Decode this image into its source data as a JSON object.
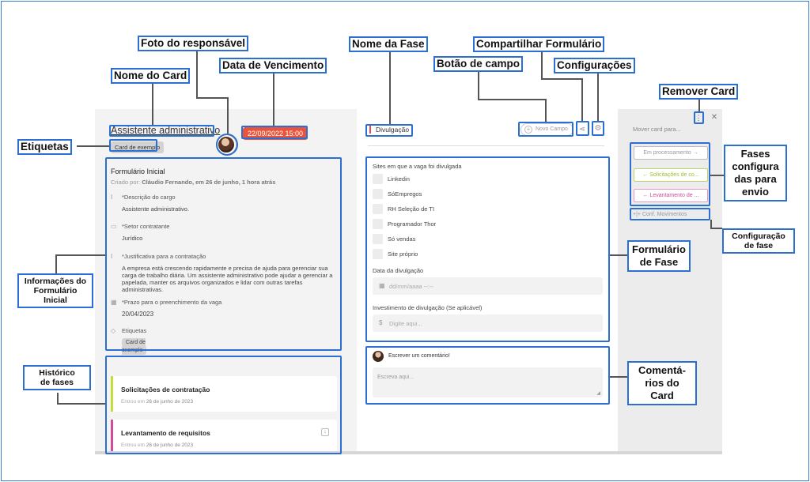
{
  "card": {
    "title": "Assistente administrativo",
    "tag": "Card de exemplo",
    "due_date": "22/09/2022 15:00"
  },
  "initial_form": {
    "title": "Formulário Inicial",
    "created_prefix": "Criado por:",
    "created_by": "Cláudio Fernando, em 26 de junho, 1 hora atrás",
    "fields": [
      {
        "label": "*Descrição do cargo",
        "value": "Assistente administrativo."
      },
      {
        "label": "*Setor contratante",
        "value": "Jurídico"
      },
      {
        "label": "*Justificativa para a contratação",
        "value": "A empresa está crescendo rapidamente e precisa de ajuda para gerenciar sua carga de trabalho diária. Um assistente administrativo pode ajudar a gerenciar a papelada, manter os arquivos organizados e lidar com outras tarefas administrativas."
      },
      {
        "label": "*Prazo para o preenchimento da vaga",
        "value": "20/04/2023"
      },
      {
        "label": "Etiquetas",
        "value": "Card de exemplo"
      }
    ]
  },
  "history": [
    {
      "title": "Solicitações de contratação",
      "entered": "Entrou em",
      "date": "26 de junho de 2023",
      "color": "#c5dc3a"
    },
    {
      "title": "Levantamento de requisitos",
      "entered": "Entrou em",
      "date": "26 de junho de 2023",
      "color": "#d14a9b"
    }
  ],
  "phase": {
    "name": "Divulgação",
    "new_field": "Novo Campo"
  },
  "phase_form": {
    "q1": "Sites em que a vaga foi divulgada",
    "options": [
      "Linkedin",
      "SóEmpregos",
      "RH Seleção de TI",
      "Programador Thor",
      "Só vendas",
      "Site próprio"
    ],
    "q2": "Data da divulgação",
    "date_placeholder": "dd/mm/aaaa  --:--",
    "q3": "Investimento de divulgação (Se aplicável)",
    "currency": "$",
    "money_placeholder": "Digite aqui..."
  },
  "comments": {
    "title": "Escrever um comentário!",
    "placeholder": "Escreva aqui..."
  },
  "sidebar": {
    "move_label": "Mover card para...",
    "phases": [
      {
        "label": "Em processamento  →",
        "color": "#999999"
      },
      {
        "label": "←  Solicitações de co...",
        "color": "#9bbf2c"
      },
      {
        "label": "←  Levantamento de ...",
        "color": "#d14a9b"
      }
    ],
    "conf_movements": "+|+ Conf. Movimentos"
  },
  "annotations": {
    "foto": "Foto do responsável",
    "data_venc": "Data de Vencimento",
    "nome_card": "Nome do Card",
    "nome_fase": "Nome da Fase",
    "compartilhar": "Compartilhar Formulário",
    "botao_campo": "Botão de campo",
    "configuracoes": "Configurações",
    "remover": "Remover Card",
    "etiquetas": "Etiquetas",
    "fases_envio": [
      "Fases",
      "configura",
      "das para",
      "envio"
    ],
    "config_fase": [
      "Configuração",
      "de fase"
    ],
    "info_form": [
      "Informações do",
      "Formulário",
      "Inicial"
    ],
    "form_fase": [
      "Formulário",
      "de Fase"
    ],
    "historico": [
      "Histórico",
      "de fases"
    ],
    "comentarios": [
      "Comentá-",
      "rios do Card"
    ]
  }
}
